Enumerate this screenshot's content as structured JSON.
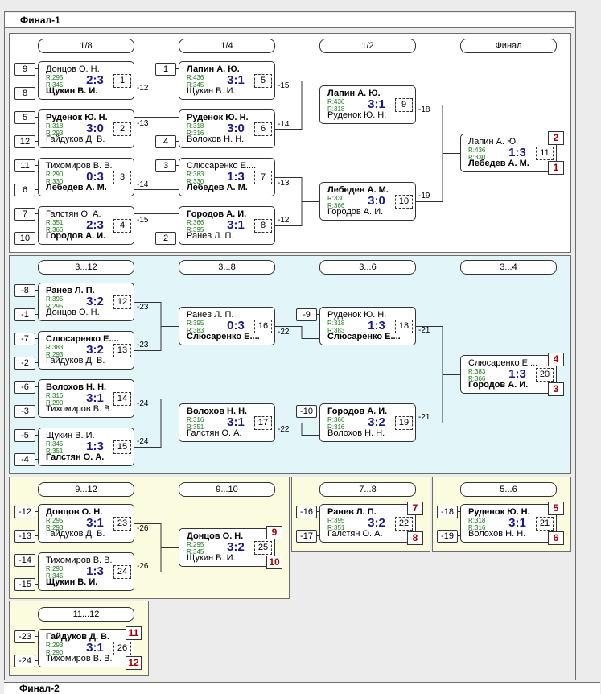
{
  "frame_title": "Финал-1",
  "next_frame_title": "Финал-2",
  "headers": {
    "r16": "1/8",
    "qf": "1/4",
    "sf": "1/2",
    "final": "Финал",
    "b312": "3...12",
    "b38": "3...8",
    "b36": "3...6",
    "b34": "3...4",
    "b912": "9...12",
    "b910": "9...10",
    "b78": "7...8",
    "b56": "5...6",
    "b1112": "11...12"
  },
  "seeds": [
    "9",
    "8",
    "5",
    "12",
    "11",
    "6",
    "7",
    "10",
    "1",
    "4",
    "3",
    "2",
    "-8",
    "-1",
    "-7",
    "-2",
    "-6",
    "-3",
    "-5",
    "-4",
    "-9",
    "-10",
    "-12",
    "-13",
    "-14",
    "-15",
    "-16",
    "-17",
    "-18",
    "-19",
    "-23",
    "-24"
  ],
  "links": [
    "-12",
    "-13",
    "-14",
    "-15",
    "-15",
    "-14",
    "-13",
    "-12",
    "-18",
    "-19",
    "-23",
    "-23",
    "-24",
    "-24",
    "-22",
    "-22",
    "-21",
    "-21",
    "-26",
    "-26"
  ],
  "places": [
    "2",
    "1",
    "4",
    "3",
    "9",
    "10",
    "7",
    "8",
    "5",
    "6",
    "11",
    "12"
  ],
  "matches": [
    {
      "p1": "Донцов О. Н.",
      "p2": "Щукин В. И.",
      "r1": "R:295",
      "r2": "R:345",
      "score": "2:3",
      "num": "1"
    },
    {
      "p1": "Руденок Ю. Н.",
      "p2": "Гайдуков Д. В.",
      "r1": "R:318",
      "r2": "R:293",
      "score": "3:0",
      "num": "2"
    },
    {
      "p1": "Тихомиров В. В.",
      "p2": "Лебедев А. М.",
      "r1": "R:290",
      "r2": "R:330",
      "score": "0:3",
      "num": "3"
    },
    {
      "p1": "Галстян О. А.",
      "p2": "Городов А. И.",
      "r1": "R:351",
      "r2": "R:366",
      "score": "2:3",
      "num": "4"
    },
    {
      "p1": "Лапин А. Ю.",
      "p2": "Щукин В. И.",
      "r1": "R:436",
      "r2": "R:345",
      "score": "3:1",
      "num": "5"
    },
    {
      "p1": "Руденок Ю. Н.",
      "p2": "Волохов Н. Н.",
      "r1": "R:318",
      "r2": "R:316",
      "score": "3:0",
      "num": "6"
    },
    {
      "p1": "Слюсаренко Е....",
      "p2": "Лебедев А. М.",
      "r1": "R:383",
      "r2": "R:330",
      "score": "1:3",
      "num": "7"
    },
    {
      "p1": "Городов А. И.",
      "p2": "Ранев Л. П.",
      "r1": "R:366",
      "r2": "R:395",
      "score": "3:1",
      "num": "8"
    },
    {
      "p1": "Лапин А. Ю.",
      "p2": "Руденок Ю. Н.",
      "r1": "R:436",
      "r2": "R:318",
      "score": "3:1",
      "num": "9"
    },
    {
      "p1": "Лебедев А. М.",
      "p2": "Городов А. И.",
      "r1": "R:330",
      "r2": "R:366",
      "score": "3:0",
      "num": "10"
    },
    {
      "p1": "Лапин А. Ю.",
      "p2": "Лебедев А. М.",
      "r1": "R:436",
      "r2": "R:330",
      "score": "1:3",
      "num": "11"
    },
    {
      "p1": "Ранев Л. П.",
      "p2": "Донцов О. Н.",
      "r1": "R:395",
      "r2": "R:295",
      "score": "3:2",
      "num": "12"
    },
    {
      "p1": "Слюсаренко Е....",
      "p2": "Гайдуков Д. В.",
      "r1": "R:383",
      "r2": "R:293",
      "score": "3:2",
      "num": "13"
    },
    {
      "p1": "Волохов Н. Н.",
      "p2": "Тихомиров В. В.",
      "r1": "R:316",
      "r2": "R:290",
      "score": "3:1",
      "num": "14"
    },
    {
      "p1": "Щукин В. И.",
      "p2": "Галстян О. А.",
      "r1": "R:345",
      "r2": "R:351",
      "score": "1:3",
      "num": "15"
    },
    {
      "p1": "Ранев Л. П.",
      "p2": "Слюсаренко Е....",
      "r1": "R:395",
      "r2": "R:383",
      "score": "0:3",
      "num": "16"
    },
    {
      "p1": "Волохов Н. Н.",
      "p2": "Галстян О. А.",
      "r1": "R:316",
      "r2": "R:351",
      "score": "3:1",
      "num": "17"
    },
    {
      "p1": "Руденок Ю. Н.",
      "p2": "Слюсаренко Е....",
      "r1": "R:318",
      "r2": "R:383",
      "score": "1:3",
      "num": "18"
    },
    {
      "p1": "Городов А. И.",
      "p2": "Волохов Н. Н.",
      "r1": "R:366",
      "r2": "R:316",
      "score": "3:2",
      "num": "19"
    },
    {
      "p1": "Слюсаренко Е....",
      "p2": "Городов А. И.",
      "r1": "R:383",
      "r2": "R:366",
      "score": "1:3",
      "num": "20"
    },
    {
      "p1": "Руденок Ю. Н.",
      "p2": "Волохов Н. Н.",
      "r1": "R:318",
      "r2": "R:316",
      "score": "3:1",
      "num": "21"
    },
    {
      "p1": "Ранев Л. П.",
      "p2": "Галстян О. А.",
      "r1": "R:395",
      "r2": "R:351",
      "score": "3:2",
      "num": "22"
    },
    {
      "p1": "Донцов О. Н.",
      "p2": "Гайдуков Д. В.",
      "r1": "R:295",
      "r2": "R:293",
      "score": "3:1",
      "num": "23"
    },
    {
      "p1": "Тихомиров В. В.",
      "p2": "Щукин В. И.",
      "r1": "R:290",
      "r2": "R:345",
      "score": "1:3",
      "num": "24"
    },
    {
      "p1": "Донцов О. Н.",
      "p2": "Щукин В. И.",
      "r1": "R:295",
      "r2": "R:345",
      "score": "3:2",
      "num": "25"
    },
    {
      "p1": "Гайдуков Д. В.",
      "p2": "Тихомиров В. В.",
      "r1": "R:293",
      "r2": "R:290",
      "score": "3:1",
      "num": "26"
    }
  ]
}
